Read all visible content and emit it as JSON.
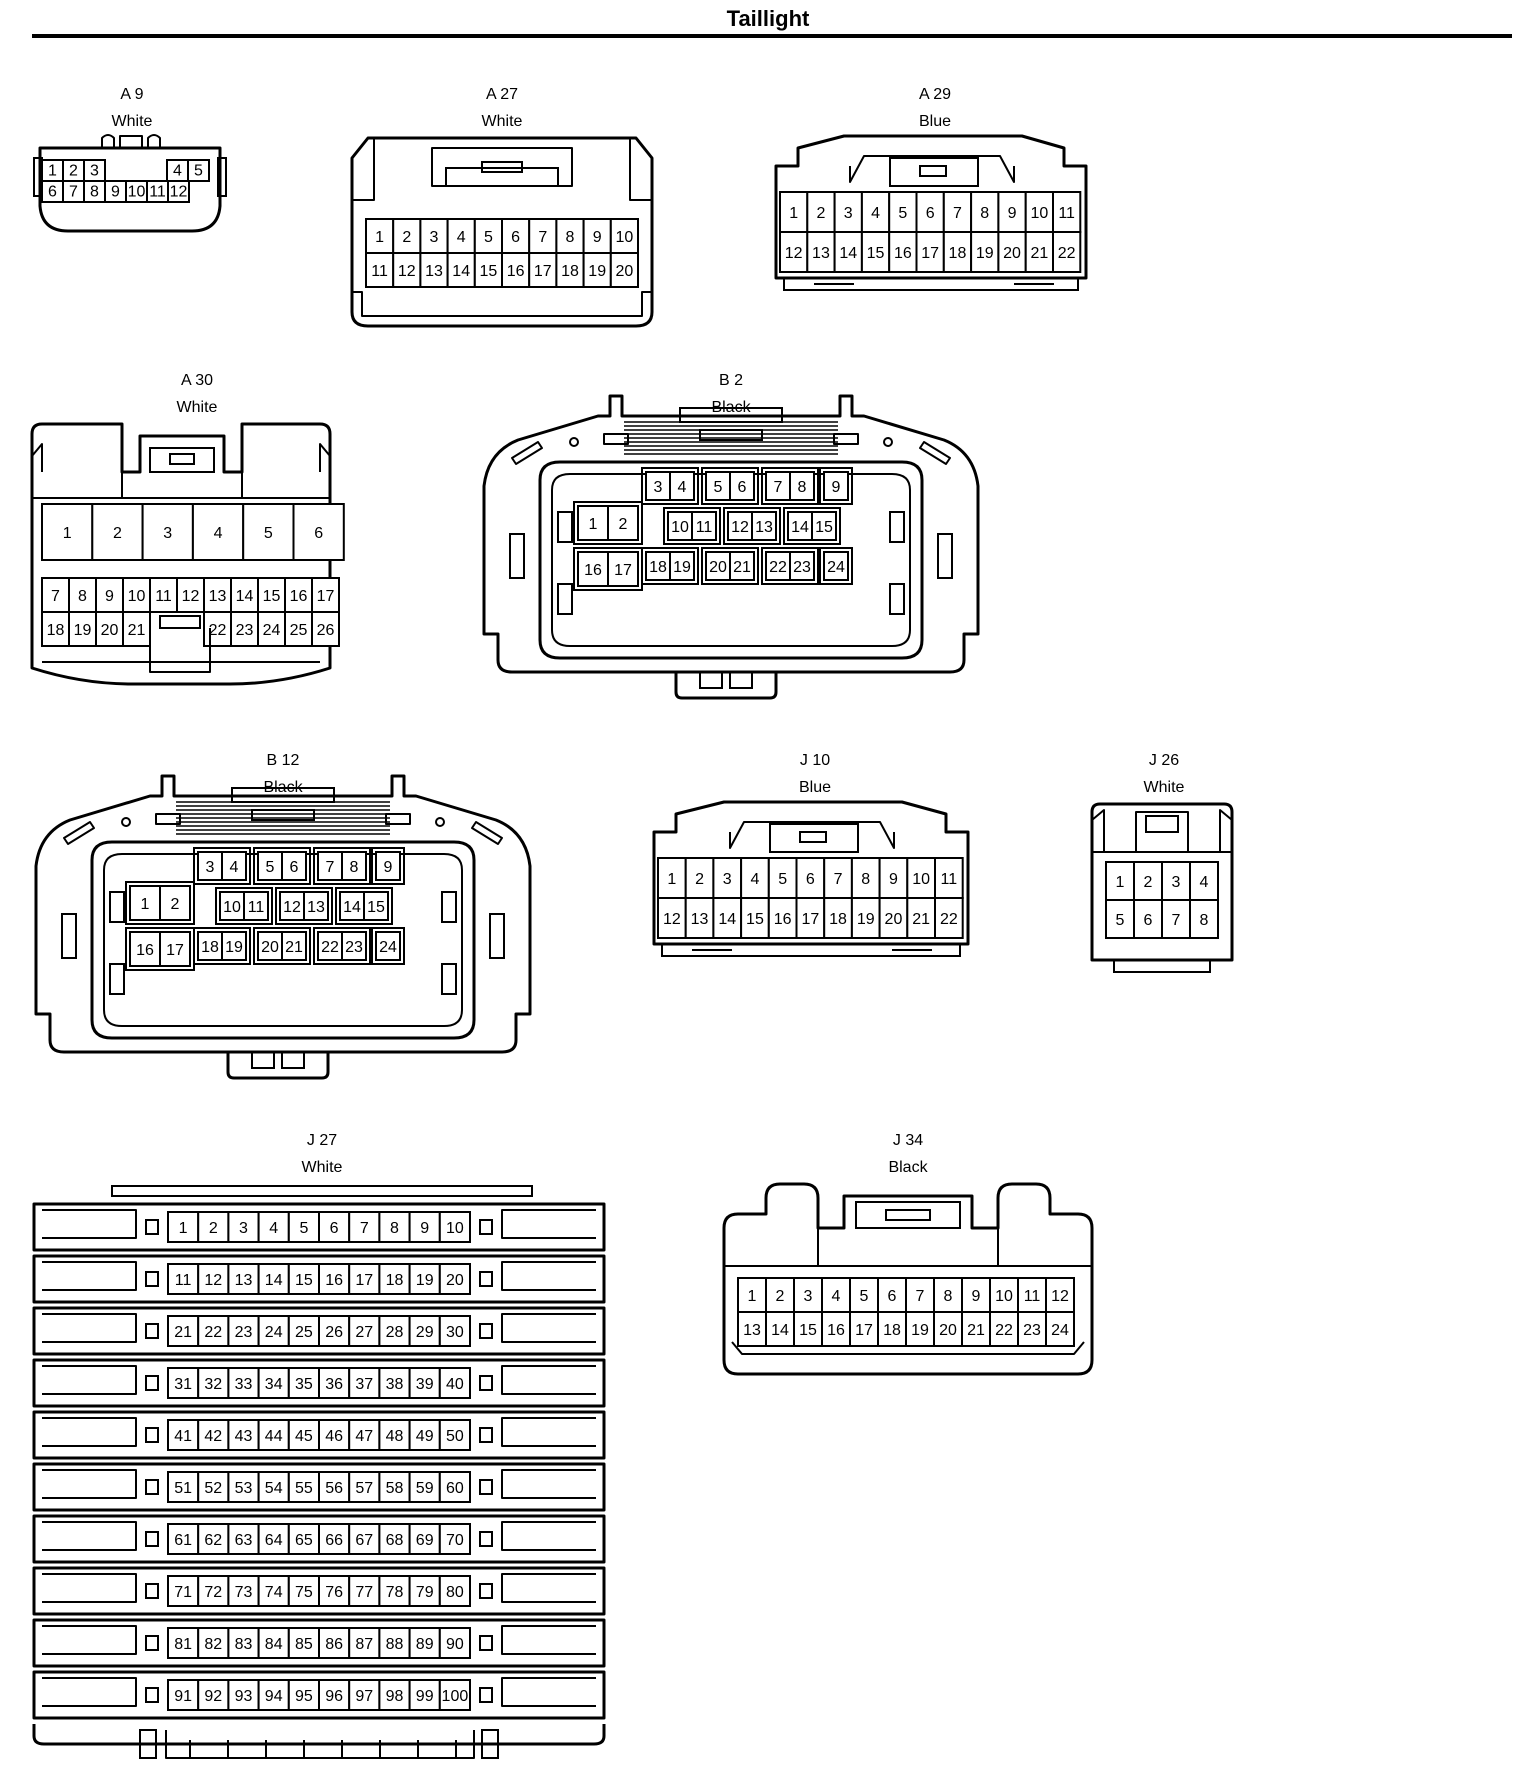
{
  "title": "Taillight",
  "connectors": [
    {
      "id": "A9",
      "name": "A 9",
      "color": "White"
    },
    {
      "id": "A27",
      "name": "A 27",
      "color": "White"
    },
    {
      "id": "A29",
      "name": "A 29",
      "color": "Blue"
    },
    {
      "id": "A30",
      "name": "A 30",
      "color": "White"
    },
    {
      "id": "B2",
      "name": "B 2",
      "color": "Black"
    },
    {
      "id": "B12",
      "name": "B 12",
      "color": "Black"
    },
    {
      "id": "J10",
      "name": "J 10",
      "color": "Blue"
    },
    {
      "id": "J26",
      "name": "J 26",
      "color": "White"
    },
    {
      "id": "J27",
      "name": "J 27",
      "color": "White"
    },
    {
      "id": "J34",
      "name": "J 34",
      "color": "Black"
    }
  ]
}
